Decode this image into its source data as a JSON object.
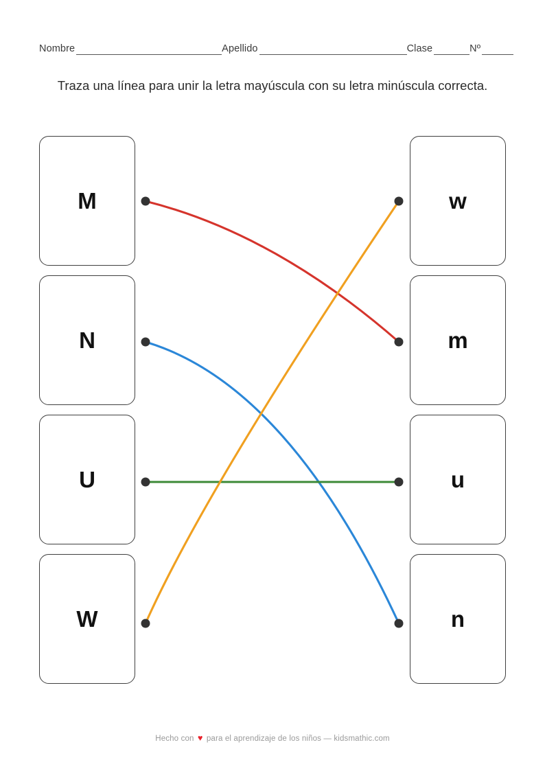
{
  "header": {
    "fields": [
      {
        "label": "Nombre",
        "value": ""
      },
      {
        "label": "Apellido",
        "value": ""
      },
      {
        "label": "Clase",
        "value": ""
      },
      {
        "label": "Nº",
        "value": ""
      }
    ]
  },
  "instruction": "Traza una línea para unir la letra mayúscula con su letra minúscula correcta.",
  "board": {
    "left_column": [
      {
        "letter": "M"
      },
      {
        "letter": "N"
      },
      {
        "letter": "U"
      },
      {
        "letter": "W"
      }
    ],
    "right_column": [
      {
        "letter": "w"
      },
      {
        "letter": "m"
      },
      {
        "letter": "u"
      },
      {
        "letter": "n"
      }
    ],
    "connections": [
      {
        "from": "M",
        "to": "m",
        "color": "#d5342c"
      },
      {
        "from": "N",
        "to": "n",
        "color": "#2b87d8"
      },
      {
        "from": "U",
        "to": "u",
        "color": "#3c8a36"
      },
      {
        "from": "W",
        "to": "w",
        "color": "#f0a020"
      }
    ],
    "dot_color": "#333333"
  },
  "footer": {
    "prefix": "Hecho con",
    "heart": "♥",
    "suffix": "para el aprendizaje de los niños — kidsmathic.com"
  }
}
